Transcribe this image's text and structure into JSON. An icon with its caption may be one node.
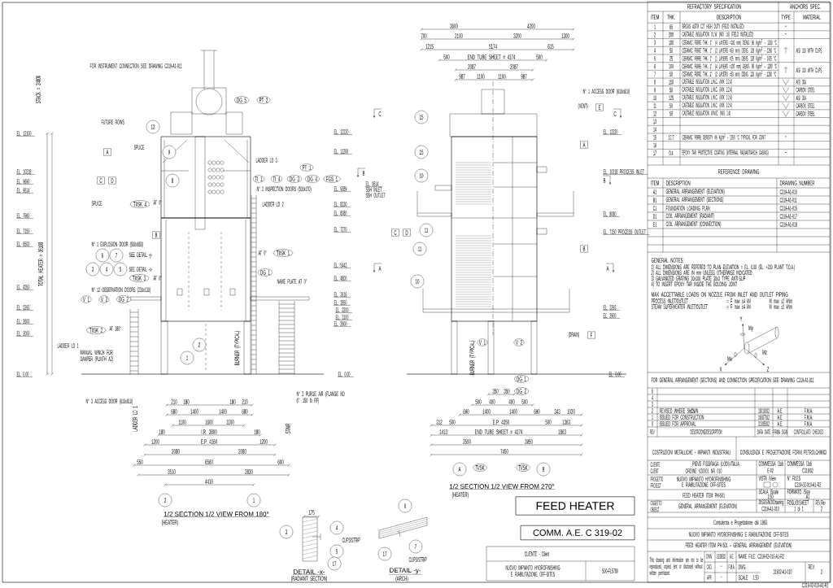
{
  "diagram": {
    "labels": [
      "EL. 12100",
      "EL. 10218",
      "EL. 9690",
      "EL. 9514",
      "EL. 7960",
      "EL. 7150",
      "EL. 6500",
      "EL. 4350",
      "EL. 3293",
      "EL. 2600",
      "EL. 2000",
      "EL. 0.00",
      "EL. 12220",
      "EL. 11200",
      "EL. 9289",
      "EL. 8230",
      "EL. 8080",
      "EL. 7270",
      "EL. 5443",
      "EL. 4800",
      "EL. 3616",
      "EL. 3550",
      "EL. 3200",
      "EL. 3100",
      "EL. 2900",
      "EL. 0.00",
      "STACK = 24000",
      "TOTAL HEATER = 36100",
      "FOR INSTRUMENT CONNECTION SEE DRAWING C319-A1-011",
      "FUTURE ROWS",
      "SPLICE",
      "SPLICE",
      "LADDER LD 3",
      "N° 2 INSPECTION DOORS (500x170)",
      "LADDER LD 2",
      "N° 1 EXPLOSION DOOR (500x650)",
      "SEE DETAIL -y-",
      "SEE DETAIL -x-",
      "NAME PLATE AT 0°",
      "N° 12 OBSERVATION DOORS (230x130)",
      "LADDER LD 1",
      "MANUAL WINCH FOR DAMPER (PLINTH A2)",
      "N° 3 ACCESS DOOR (610x610)",
      "N° 3 PURGE AIR (FLANGE NO 6\" 150 lb RF)",
      "BURNER (TYPICAL)",
      "LADDER LD 1",
      "STAIR",
      "AT 0°",
      "AT 0°",
      "AT 0°",
      "AT 180°",
      "A",
      "C",
      "D",
      "B",
      "12",
      "9",
      "8",
      "6",
      "7",
      "3",
      "4",
      "5",
      "2",
      "1",
      "DG 5",
      "PT 2",
      "PT 1",
      "TI 1",
      "TI 4",
      "DG 3",
      "DG 4",
      "FGS 1",
      "TI/SK 4",
      "TI/SK 1",
      "DG 1",
      "TI/SK 3",
      "V 1",
      "V 2",
      "DG 2",
      "TI/SK 2",
      "210",
      "180",
      "180",
      "210",
      "680",
      "1400",
      "1400",
      "680",
      "1100",
      "1600",
      "1100",
      "180",
      "I.R. 3800",
      "180",
      "1200",
      "E.P. 4160",
      "1200",
      "2080",
      "2080",
      "550",
      "6560",
      "600",
      "3510",
      "2830",
      "4410",
      "2",
      "1",
      "1/2 SECTION 1/2 VIEW FROM 180°",
      "(HEATER)",
      "DETAIL -x-",
      "(RADIANT SECTION)",
      "175",
      "3",
      "4",
      "CLIPS/STRIP",
      "5",
      "17",
      "DETAIL -y-",
      "(ARCH)",
      "6",
      "7",
      "17",
      "CLIPS/STRIP",
      "C",
      "C",
      "B",
      "B",
      "A",
      "A",
      "EL. 9514",
      "SSH INLET",
      "SSH OUTLET",
      "EL. 12220",
      "EL. 10218 PROCESS INLET",
      "EL. 8080",
      "EL. 7150 PROCESS OUTLET",
      "EL. 3293",
      "EL. 2900",
      "EL. 0.00",
      "N° 1 ACCESS DOOR (610x610)",
      "(VENT)",
      "(DRAIN)",
      "E",
      "A",
      "B",
      "F",
      "C",
      "D",
      "15",
      "15",
      "10",
      "11",
      "11",
      "10",
      "V 1",
      "V 2",
      "DG 1",
      "DG 2",
      "BURNER (TYPICAL)",
      "3600",
      "4200",
      "700",
      "2100",
      "3200",
      "1300",
      "1215",
      "5174",
      "615",
      "500",
      "END TUBE SHEET = 4174",
      "500",
      "2087",
      "2087",
      "987",
      "1100",
      "1100",
      "987",
      "350",
      "350",
      "500",
      "400",
      "400",
      "500",
      "690",
      "1400",
      "1400",
      "690",
      "343",
      "1020",
      "312",
      "500",
      "E.P. 4350",
      "500",
      "1363",
      "1413",
      "END TUBE SHEET = 4174",
      "1863",
      "3500",
      "3950",
      "7450",
      "A",
      "TI/SK",
      "TI/SK",
      "B",
      "1/2 SECTION 1/2 VIEW FROM 270°",
      "(HEATER)",
      "FEED HEATER",
      "COMM. A.E. C 319-02",
      "CLIENTE - Client",
      "NUOVO IMPIANTO HYDROFINISHING E RIABILITAZIONE OFF-SITES",
      "S00-FL5780",
      "REFRACTORY SPECIFICATION",
      "ANCHORS SPEC.",
      "ITEM",
      "THK.",
      "DESCRIPTION",
      "TYPE",
      "MATERIAL",
      "1",
      "65",
      "BRICKS ASTM C27 HIGH DUTY (FIELD INSTALLED)",
      "–",
      "2",
      "200",
      "CASTABLE INSULATION V.L.W. (MIX 1:6) (FIELD INSTALLED)",
      "–",
      "3",
      "100",
      "CERAMIC FIBRE THK. 1\" (4 LAYERS =100 mm) DENS. 96 Kg/m$^{3}$ – 1260 °C",
      "4",
      "50",
      "CERAMIC FIBRE THK. 1\" (2 LAYERS =50 mm) DENS. 128 Kg/m$^{3}$ - 1260 °C",
      "AISI 310 WITH CLIPS",
      "5",
      "25",
      "CERAMIC FIBRE THK. 1\" (1 LAYERS =25 mm) DENS. 128 Kg/m$^{3}$ - 1425 °C",
      "6",
      "100",
      "CERAMIC FIBRE THK. 1\" (4 LAYERS =100 mm) DENS. 96 Kg/m$^{3}$ – 1260 °C",
      "AISI 310 WITH CLIPS",
      "7",
      "50",
      "CERAMIC FIBRE THK. 1\" (2 LAYERS =50 mm) DENS. 128 Kg/m$^{3}$ - 1260 °C",
      "8",
      "150",
      "CASTABLE INSULATION L.W.C. (MIX 1:2:4)",
      "AISI 304",
      "9",
      "50",
      "CASTABLE INSULATION L.W.C. (MIX 1:2:4)",
      "CARBON STEEL",
      "10",
      "125",
      "CASTABLE INSULATION L.W.C. (MIX 1:2:4)",
      "AISI 304",
      "11",
      "50",
      "CASTABLE INSULATION L.W.C. (MIX 1:2:4)",
      "CARBON STEEL",
      "12",
      "50",
      "CASTABLE INSULATION W.M.E. (MIX 1:4)",
      "CARBON STEEL",
      "13",
      "14",
      "15",
      "12.7",
      "CERAMIC FIBRE DENSITY 96 Kg/m$^{3}$ - 1260 °C TYPICAL FOR JOINT",
      "–",
      "16",
      "17",
      "0.4",
      "EPOXY TAR PROTECTIVE COATING (INTERNAL RADIANT/ARCH CASING)",
      "–",
      "REFERENCE DRAWING",
      "ITEM",
      "DESCRIPTION",
      "DRAWING NUMBER",
      "A1",
      "GENERAL ARRANGEMENT (ELEVATION)",
      "C319-A1-010",
      "B1",
      "GENERAL ARRANGEMENT (SECTIONS)",
      "C319-A1-011",
      "C1",
      "FOUNDATION LOADING PLAN",
      "C319-A1-015",
      "D1",
      "COIL ARRANGEMENT (RADIANT)",
      "C319-A1-017",
      "E1",
      "COIL ARRANGEMENT (CONNECTION)",
      "C319-A1-018",
      "GENERAL NOTES:",
      "1) ALL DIMENSIONS ARE REFERED TO PLAN ELEVATION = EL. 0.00 (EL. +200 PLANT T.O.A.)",
      "2) ALL DIMENSIONS ARE IN mm UNLESS OTHERWISE INDICATED",
      "3) GALVANIZED GRATING 30x100 PLATE 30x3 TYPE ANTI-SLIP",
      "4) TO INSERT EPOXY TAR INSIDE THE BOLDING JOINT",
      "MAX ACCETTABLE LOADS ON NOZZLE FROM INLET AND OUTLET PIPING",
      "PROCESS INLET/OUTLET",
      "= F max ±4 kN",
      "M max ±2 kNm",
      "STEAM SUPERHEATER INLET/OUTLET",
      "= F max ±4 kN",
      "M max ±2 kNm",
      "Y",
      "My",
      "Mz",
      "Mx",
      "X",
      "Z",
      "FOR GENERAL ARRANGEMENT (SECTIONS) AND CONNECTION SPECIFICATION SEE DRAWING C319-A1-011",
      "5",
      "4",
      "3",
      "2",
      "REVISED WHERE SHOWN",
      "18/10/02",
      "A.E.",
      "F.M.A.",
      "1",
      "ISSUED FOR CONSTRUCTION",
      "16/07/02",
      "A.E.",
      "F.M.A.",
      "0",
      "ISSUED FOR APPROVAL",
      "31/05/02",
      "A.E.",
      "F.M.A.",
      "REV.",
      "DESCRIZIONE/DESCRIPTION",
      "DATA DATE",
      "FIRMA SIGN",
      "CONTROLLATO CHECKED",
      "COSTRUZIONI METALLICHE - IMPIANTI INDUSTRIALI",
      "CONSULENZA E PROGETTAZIONE FORNI PETROLCHIMICI",
      "CLIENTE CLIENT",
      "PIEVE FISSIRAGA (LODI)-ITALIA",
      "ORDINE V30001 NR 010",
      "PROGETTO PROJECT",
      "NUOVO IMPIANTO HYDROFINISHING",
      "E RIABILITAZIONE OFF-SITES",
      "FEED HEATER ITEM PH-501",
      "OGGETTO OBJECT",
      "GENERAL ARRANGEMENT (ELEVATION)",
      "COMMESSA /Job",
      "E-02",
      "COMMESSA /Job",
      "C319/02",
      "VISTA /View",
      "N° FILES",
      "C319-02-010-A1-R2",
      "SCALA /Scale",
      "1:50",
      "FORMATO /Size",
      "A1",
      "DISEGNO/Drawing",
      "C319-A1-010",
      "FOGLIO/SHEET",
      "1 di 1",
      "REV./Rev",
      "2",
      "Consulenza e Progettazione dal 1993",
      "NUOVO IMPIANTO HYDROFINISHING E RIABILITAZIONE OFF-SITES",
      "FEED HEATER ITEM PH-501 – GENERAL ARRANGEMENT (ELEVATION)",
      "This drawing and information are not to be reproduced, copied, lent or disclosed without written permission.",
      "DWN.",
      "31/05/02",
      "A.E.",
      "CKD.",
      "–",
      "F.M.A.",
      "APP.",
      "–",
      "NAME FILE: C319-02-010-A1-R2",
      "DWG.",
      "31902-A1-010",
      "REV.",
      "2",
      "SCALE",
      "1:50",
      "C319-02-010-A1-R2"
    ]
  }
}
